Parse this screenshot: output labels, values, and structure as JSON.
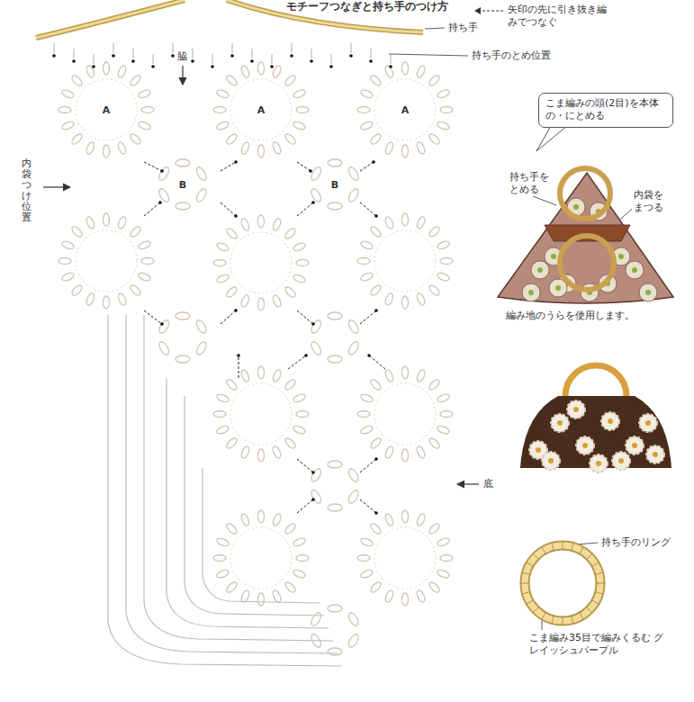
{
  "diagram": {
    "title": "モチーフつなぎと持ち手のつけ方",
    "nodes": [
      {
        "text": [
          "A"
        ]
      },
      {
        "text": [
          "A"
        ]
      },
      {
        "text": [
          "A"
        ]
      },
      {
        "text": [
          "B"
        ]
      },
      {
        "text": [
          "B"
        ]
      },
      {
        "text": [
          "こま編みの頭(2目)を本体の・にとめる"
        ]
      }
    ],
    "labels": [
      "持ち手",
      "持ち手のとめ位置",
      "脇",
      "内袋つけ位置",
      "底",
      "持ち手をとめる",
      "内袋をまつる",
      "編み地のうらを使用します。",
      "持ち手のリング",
      "こま編み35目で編みくるむ グレイッシュパープル"
    ],
    "legend": [
      {
        "text": "矢印の先に引き抜き編みでつなぐ"
      }
    ]
  }
}
